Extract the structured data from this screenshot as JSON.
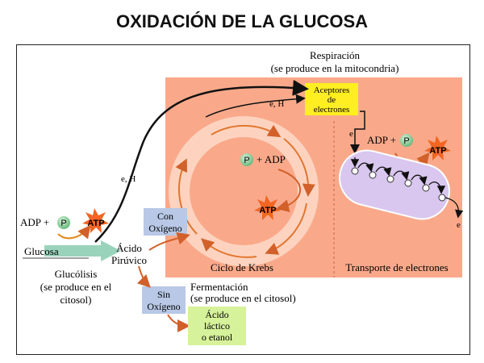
{
  "title": "OXIDACIÓN DE LA GLUCOSA",
  "respiration": {
    "line1": "Respiración",
    "line2": "(se produce en la mitocondria)"
  },
  "acceptors": {
    "line1": "Aceptores",
    "line2": "de",
    "line3": "electrones"
  },
  "krebs": {
    "label": "Ciclo de Krebs",
    "p_label": "P",
    "plus_adp": "+ ADP",
    "atp": "ATP"
  },
  "transport": {
    "label": "Transporte de electrones",
    "adp": "ADP +",
    "p_label": "P",
    "atp": "ATP",
    "e_in": "e",
    "e_out": "e"
  },
  "electrons": {
    "eh_top": "e, H",
    "eh_left": "e, H"
  },
  "glycolysis": {
    "adp": "ADP +",
    "p_label": "P",
    "atp": "ATP",
    "glucose": "Glucosa",
    "line1": "Glucólisis",
    "line2": "(se produce en el",
    "line3": "citosol)"
  },
  "pyruvic": {
    "line1": "Ácido",
    "line2": "Pirúvico"
  },
  "con_oxigeno": {
    "line1": "Con",
    "line2": "Oxígeno"
  },
  "sin_oxigeno": {
    "line1": "Sin",
    "line2": "Oxígeno"
  },
  "fermentation": {
    "line1": "Fermentación",
    "line2": "(se produce en el citosol)"
  },
  "lactic": {
    "line1": "Ácido",
    "line2": "láctico",
    "line3": "o etanol"
  },
  "colors": {
    "mito": "#f9a98a",
    "label_box": "#b8c8e6",
    "acceptor": "#ffee22",
    "lactic": "#d6f29a",
    "arrow_orange": "#d2602a",
    "green_p": "#7fcf8f",
    "atp_star": "#f26522",
    "membrane": "#d9c7ef"
  }
}
